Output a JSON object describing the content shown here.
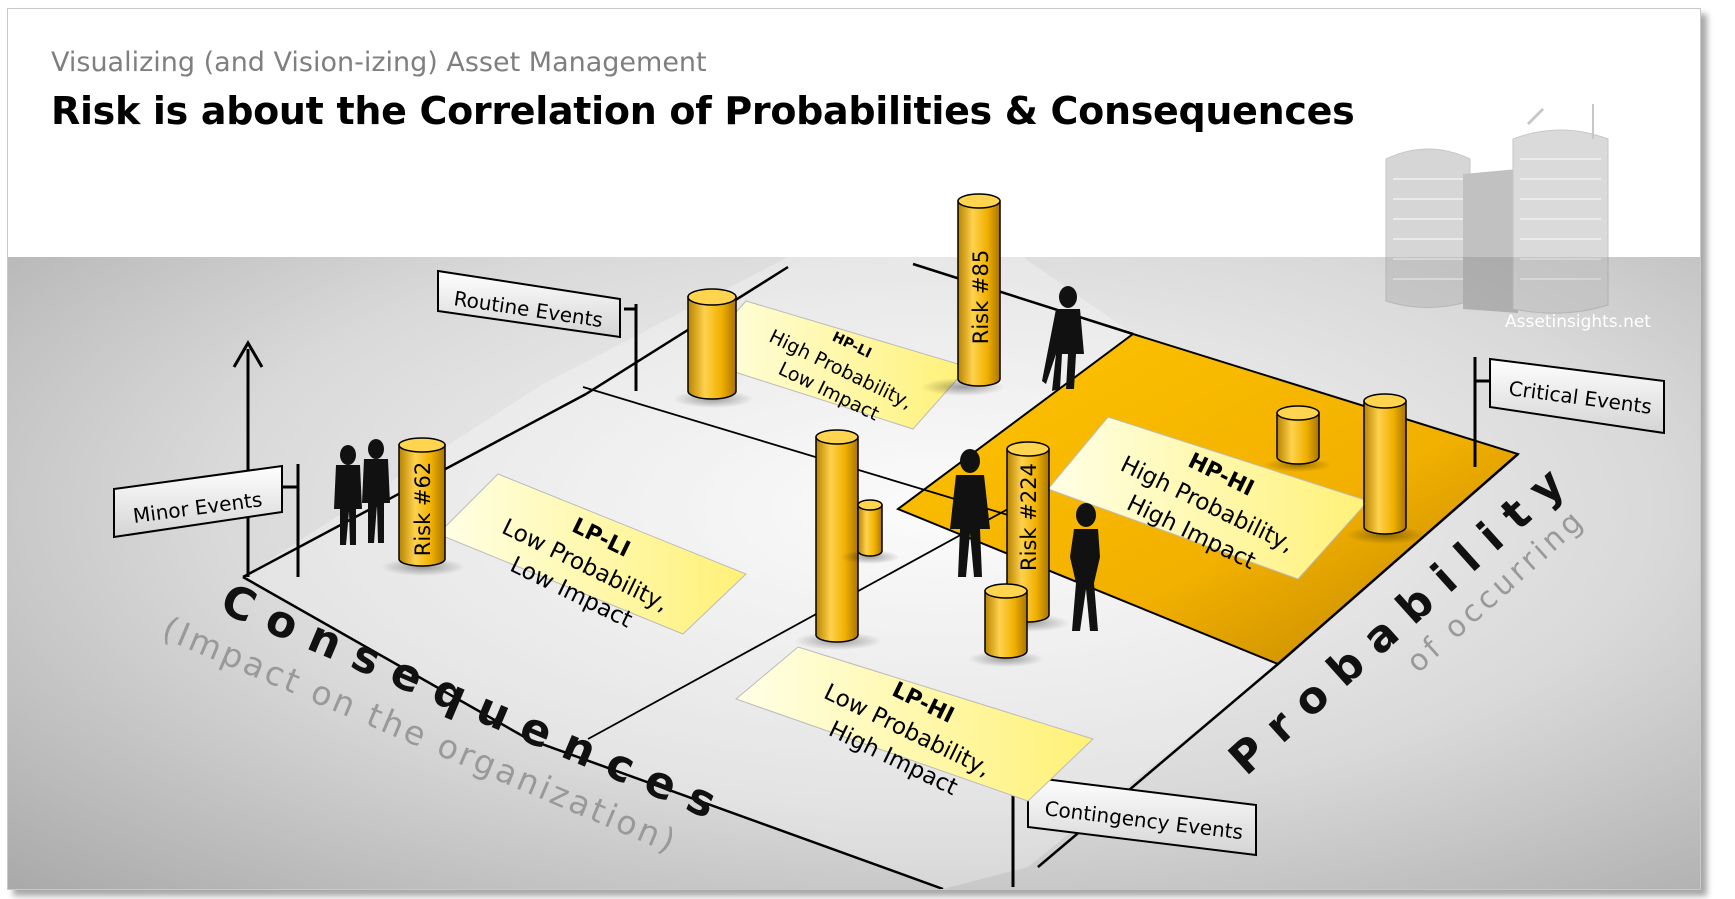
{
  "header": {
    "subtitle": "Visualizing (and Vision-izing) Asset Management",
    "title": "Risk is about the Correlation of Probabilities & Consequences"
  },
  "watermark": {
    "brand": "Assetinsights.net",
    "icon": "office-buildings-icon"
  },
  "quadrants": {
    "hp_li": {
      "code": "HP-LI",
      "line1": "High Probability,",
      "line2": "Low Impact"
    },
    "hp_hi": {
      "code": "HP-HI",
      "line1": "High Probability,",
      "line2": "High Impact"
    },
    "lp_li": {
      "code": "LP-LI",
      "line1": "Low Probability,",
      "line2": "Low Impact"
    },
    "lp_hi": {
      "code": "LP-HI",
      "line1": "Low Probability,",
      "line2": "High Impact"
    }
  },
  "signs": {
    "routine": "Routine Events",
    "critical": "Critical Events",
    "minor": "Minor Events",
    "contingency": "Contingency Events"
  },
  "risks": {
    "r85": "Risk #85",
    "r62": "Risk #62",
    "r224": "Risk #224"
  },
  "axes": {
    "consequences": "Consequences",
    "consequences_sub": "(Impact on the organization)",
    "probability": "Probability",
    "probability_sub": "of occurring"
  },
  "colors": {
    "gold": "#f5b800",
    "gold_dark": "#c98f00",
    "label_yellow": "#fff7a8",
    "hp_hi_fill": "#f7b900"
  }
}
